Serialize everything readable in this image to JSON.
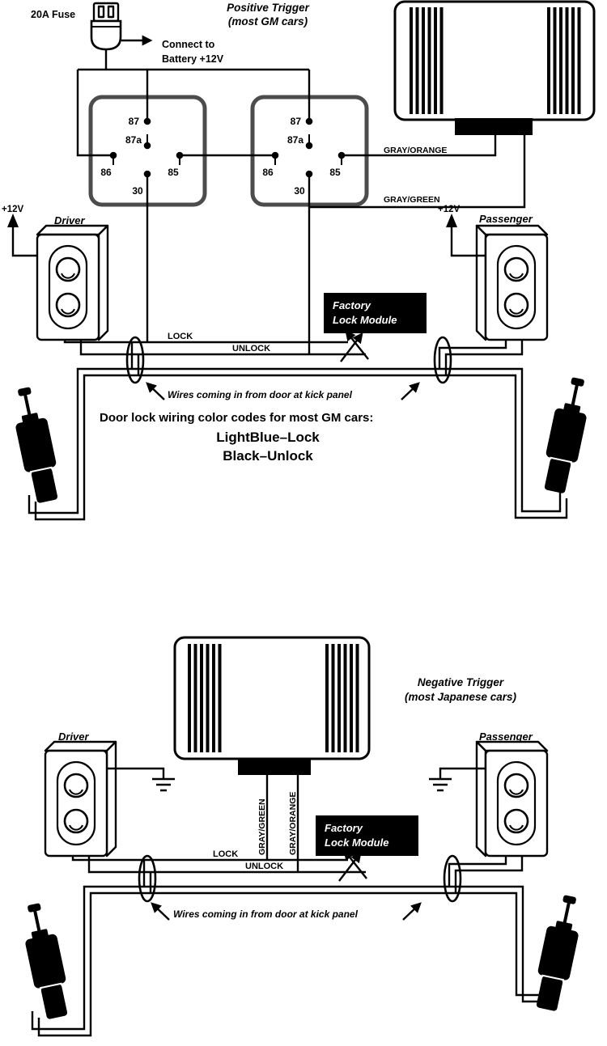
{
  "meta": {
    "ink": "#000000",
    "paper": "#ffffff"
  },
  "top": {
    "fuse_label": "20A Fuse",
    "title1": "Positive Trigger",
    "title2": "(most GM cars)",
    "battery1": "Connect to",
    "battery2": "Battery +12V",
    "relay1": {
      "p87": "87",
      "p87a": "87a",
      "p86": "86",
      "p85": "85",
      "p30": "30"
    },
    "relay2": {
      "p87": "87",
      "p87a": "87a",
      "p86": "86",
      "p85": "85",
      "p30": "30"
    },
    "gray_orange": "GRAY/ORANGE",
    "gray_green": "GRAY/GREEN",
    "v12_left": "+12V",
    "v12_right": "+12V",
    "driver": "Driver",
    "passenger": "Passenger",
    "factory1": "Factory",
    "factory2": "Lock Module",
    "lock": "LOCK",
    "unlock": "UNLOCK",
    "kick_note": "Wires coming in from door at kick panel",
    "codes_title": "Door lock wiring color codes for most GM cars:",
    "codes_lock": "LightBlue–Lock",
    "codes_unlock": "Black–Unlock"
  },
  "bottom": {
    "title1": "Negative Trigger",
    "title2": "(most Japanese cars)",
    "driver": "Driver",
    "passenger": "Passenger",
    "gray_green": "GRAY/GREEN",
    "gray_orange": "GRAY/ORANGE",
    "factory1": "Factory",
    "factory2": "Lock Module",
    "lock": "LOCK",
    "unlock": "UNLOCK",
    "kick_note": "Wires coming in from door at kick panel"
  }
}
